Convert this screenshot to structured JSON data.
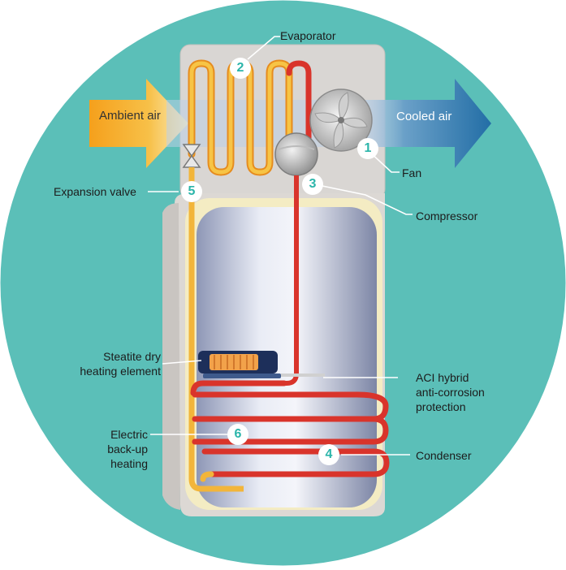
{
  "colors": {
    "background_circle": "#5bbfb8",
    "hot_pipe": "#d9342b",
    "warm_pipe": "#f2b53a",
    "badge_text": "#2bb5aa",
    "cooled_air_arrow": "#2f7fb0",
    "ambient_air_arrow": "#f5a623"
  },
  "arrows": {
    "ambient_air": "Ambient air",
    "cooled_air": "Cooled air"
  },
  "labels": {
    "evaporator": "Evaporator",
    "fan": "Fan",
    "expansion_valve": "Expansion valve",
    "compressor": "Compressor",
    "steatite_line1": "Steatite dry",
    "steatite_line2": "heating element",
    "aci_line1": "ACI hybrid",
    "aci_line2": "anti-corrosion",
    "aci_line3": "protection",
    "electric_line1": "Electric",
    "electric_line2": "back-up",
    "electric_line3": "heating",
    "condenser": "Condenser"
  },
  "badges": {
    "fan": "1",
    "evaporator": "2",
    "compressor": "3",
    "condenser": "4",
    "expansion_valve": "5",
    "electric_heating": "6"
  }
}
